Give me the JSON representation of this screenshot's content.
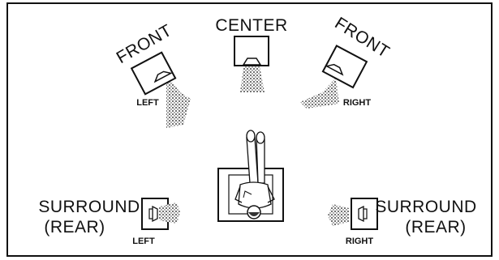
{
  "diagram": {
    "front_left": {
      "title": "FRONT",
      "side": "LEFT"
    },
    "center": {
      "title": "CENTER"
    },
    "front_right": {
      "title": "FRONT",
      "side": "RIGHT"
    },
    "surround_left": {
      "line1": "SURROUND",
      "line2": "(REAR)",
      "side": "LEFT"
    },
    "surround_right": {
      "line1": "SURROUND",
      "line2": "(REAR)",
      "side": "RIGHT"
    }
  }
}
